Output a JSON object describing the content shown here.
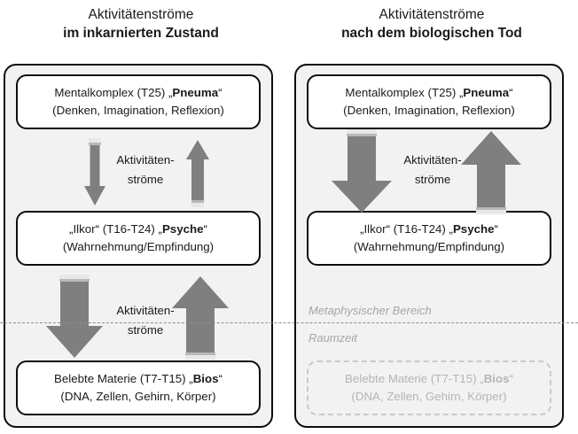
{
  "panels": [
    {
      "id": "incarnated",
      "title_line1": "Aktivitätenströme",
      "title_line2": "im inkarnierten Zustand",
      "nodes": {
        "pneuma": {
          "line1": "Mentalkomplex (T25) „Pneuma“",
          "line1_plain": "Mentalkomplex (T25) „",
          "line1_bold": "Pneuma",
          "line1_tail": "“",
          "line2": "(Denken, Imagination, Reflexion)",
          "state": "active"
        },
        "psyche": {
          "line1_plain": "„Ilkor“ (T16-T24) „",
          "line1_bold": "Psyche",
          "line1_tail": "“",
          "line2": "(Wahrnehmung/Empfindung)",
          "state": "active"
        },
        "bios": {
          "line1_plain": "Belebte Materie (T7-T15) „",
          "line1_bold": "Bios",
          "line1_tail": "“",
          "line2": "(DNA, Zellen, Gehirn, Körper)",
          "state": "active"
        }
      },
      "flows": [
        {
          "id": "pneuma-psyche",
          "label_line1": "Aktivitäten-",
          "label_line2": "ströme",
          "down_arrow_width": "thin",
          "up_arrow_width": "thin"
        },
        {
          "id": "psyche-bios",
          "label_line1": "Aktivitäten-",
          "label_line2": "ströme",
          "down_arrow_width": "thick",
          "up_arrow_width": "thick"
        }
      ]
    },
    {
      "id": "after-death",
      "title_line1": "Aktivitätenströme",
      "title_line2": "nach dem biologischen Tod",
      "nodes": {
        "pneuma": {
          "line1_plain": "Mentalkomplex (T25) „",
          "line1_bold": "Pneuma",
          "line1_tail": "“",
          "line2": "(Denken, Imagination, Reflexion)",
          "state": "active"
        },
        "psyche": {
          "line1_plain": "„Ilkor“ (T16-T24) „",
          "line1_bold": "Psyche",
          "line1_tail": "“",
          "line2": "(Wahrnehmung/Empfindung)",
          "state": "active"
        },
        "bios": {
          "line1_plain": "Belebte Materie (T7-T15) „",
          "line1_bold": "Bios",
          "line1_tail": "“",
          "line2": "(DNA, Zellen, Gehirn, Körper)",
          "state": "faded"
        }
      },
      "flows": [
        {
          "id": "pneuma-psyche",
          "label_line1": "Aktivitäten-",
          "label_line2": "ströme",
          "down_arrow_width": "thick",
          "up_arrow_width": "thick"
        }
      ],
      "realm_captions": {
        "metaphysical": "Metaphysischer Bereich",
        "spacetime": "Raumzeit"
      }
    }
  ],
  "colors": {
    "arrow_fill": "#7f7f7f",
    "arrow_tail": "#e8e8e8",
    "panel_bg": "#f2f2f2",
    "panel_border": "#0d0d0d",
    "node_bg": "#ffffff",
    "node_border": "#0d0d0d",
    "faded_text": "#b5b5b5",
    "faded_border": "#c9c9c9",
    "divider": "#8f8f8f",
    "realm_caption": "#a6a6a6",
    "text": "#1a1a1a"
  },
  "divider": {
    "label": "realm-boundary",
    "style": "dashed"
  }
}
